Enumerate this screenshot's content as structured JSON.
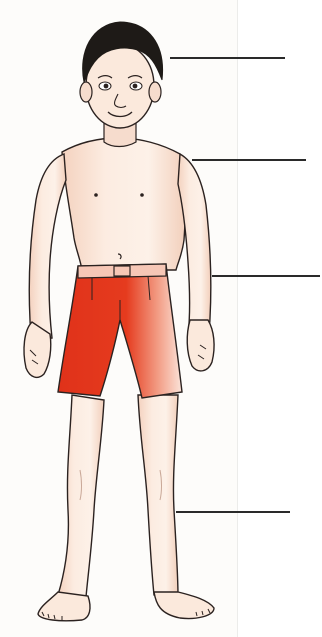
{
  "diagram": {
    "subject": "boy-body-parts-worksheet",
    "colors": {
      "skin": "#fbe9dc",
      "skin_shadow": "#f3cdb8",
      "hair": "#1e1a17",
      "shorts": "#e2371c",
      "shorts_highlight": "#f3a28b",
      "outline": "#2b2220",
      "leader_line": "#2a2a2a"
    },
    "leader_lines": [
      {
        "points_to": "head"
      },
      {
        "points_to": "shoulder"
      },
      {
        "points_to": "arm"
      },
      {
        "points_to": "leg"
      }
    ],
    "labels": []
  }
}
